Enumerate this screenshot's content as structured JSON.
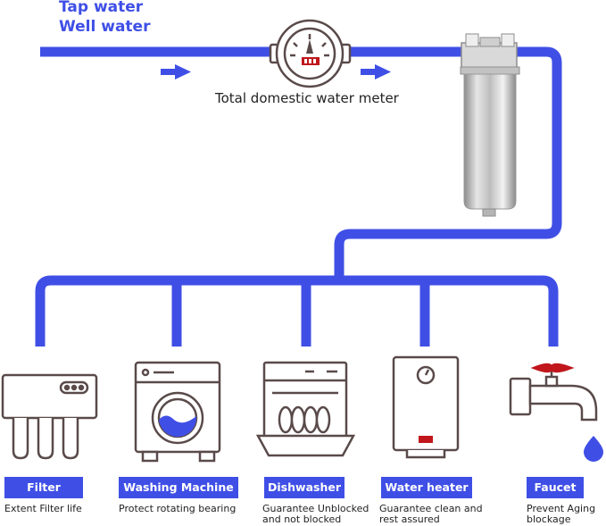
{
  "sources": {
    "line1": "Tap water",
    "line2": "Well water"
  },
  "meter_label": "Total domestic water meter",
  "appliances": [
    {
      "id": "filter",
      "name": "Filter",
      "desc1": "Extent Filter life",
      "desc2": ""
    },
    {
      "id": "washing",
      "name": "Washing Machine",
      "desc1": "Protect rotating bearing",
      "desc2": ""
    },
    {
      "id": "dish",
      "name": "Dishwasher",
      "desc1": "Guarantee Unblocked",
      "desc2": "and not blocked"
    },
    {
      "id": "heater",
      "name": "Water heater",
      "desc1": "Guarantee clean and",
      "desc2": "rest assured"
    },
    {
      "id": "faucet",
      "name": "Faucet",
      "desc1": "Prevent Aging",
      "desc2": "blockage"
    }
  ],
  "colors": {
    "pipe": "#3f4fe6",
    "outline": "#5a4a4a",
    "accent_red": "#c0161c",
    "water": "#3f4fe6"
  },
  "icons": [
    "arrow-right-icon",
    "water-meter-icon",
    "housing-filter-icon",
    "ro-filter-icon",
    "washing-machine-icon",
    "dishwasher-icon",
    "water-heater-icon",
    "faucet-icon",
    "water-drop-icon"
  ]
}
